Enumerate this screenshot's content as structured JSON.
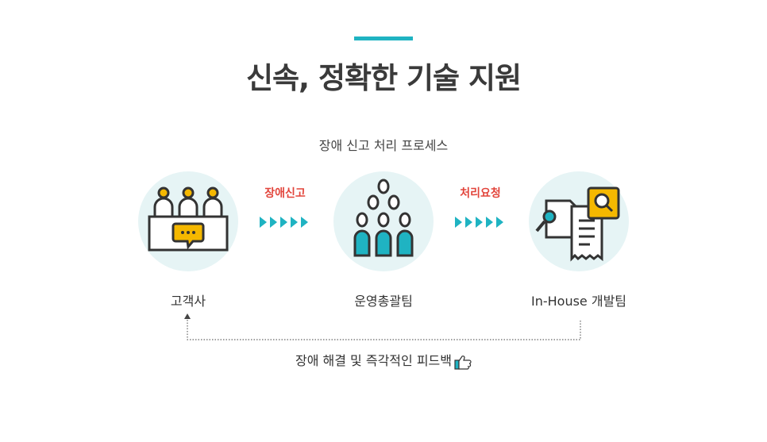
{
  "header": {
    "title": "신속, 정확한 기술 지원",
    "accent_color": "#1fb3c2"
  },
  "process": {
    "subtitle": "장애 신고 처리 프로세스",
    "nodes": [
      {
        "label": "고객사",
        "icon": "customer-meeting-icon"
      },
      {
        "label": "운영총괄팀",
        "icon": "team-group-icon"
      },
      {
        "label": "In-House 개발팀",
        "icon": "document-search-icon"
      }
    ],
    "steps": [
      {
        "label": "장애신고",
        "icon": "arrow-chevrons-icon"
      },
      {
        "label": "처리요청",
        "icon": "arrow-chevrons-icon"
      }
    ],
    "step_color": "#e2453c",
    "circle_color": "#e6f4f5"
  },
  "feedback": {
    "label": "장애 해결 및 즉각적인 피드백",
    "icon": "thumbs-up-icon"
  }
}
